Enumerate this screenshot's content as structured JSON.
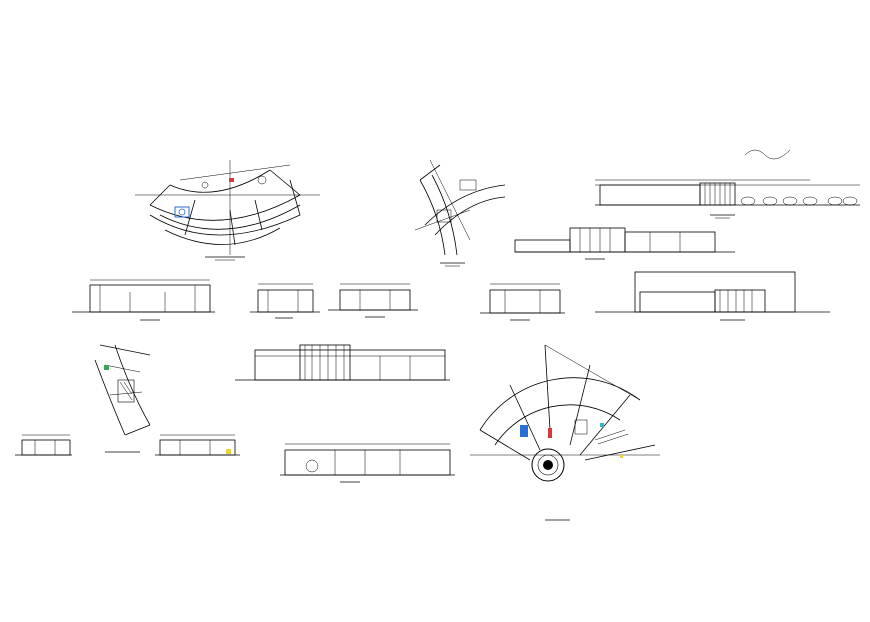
{
  "sheet": {
    "background": "#ffffff",
    "line_color": "#000000",
    "accent_colors": {
      "furniture_blue": "#2a6fd6",
      "marker_red": "#d43a3a",
      "marker_yellow": "#e8d43a",
      "marker_green": "#3aa35a",
      "marker_cyan": "#35b7c4"
    }
  },
  "drawings": [
    {
      "id": "curved-plan-top-left",
      "kind": "floor-plan"
    },
    {
      "id": "curved-plan-small-top",
      "kind": "floor-plan"
    },
    {
      "id": "long-elevation-top-right",
      "kind": "elevation"
    },
    {
      "id": "section-right-middle",
      "kind": "section"
    },
    {
      "id": "section-row2-1",
      "kind": "section"
    },
    {
      "id": "section-row2-2",
      "kind": "section"
    },
    {
      "id": "section-row2-3",
      "kind": "section"
    },
    {
      "id": "section-row2-4",
      "kind": "section"
    },
    {
      "id": "elevation-row2-right",
      "kind": "elevation"
    },
    {
      "id": "curved-plan-mid-left",
      "kind": "floor-plan"
    },
    {
      "id": "long-section-center",
      "kind": "section"
    },
    {
      "id": "small-section-bottom-left",
      "kind": "section"
    },
    {
      "id": "small-section-bottom-2",
      "kind": "section"
    },
    {
      "id": "section-bottom-center",
      "kind": "section"
    },
    {
      "id": "fan-plan-bottom-right",
      "kind": "floor-plan"
    }
  ]
}
